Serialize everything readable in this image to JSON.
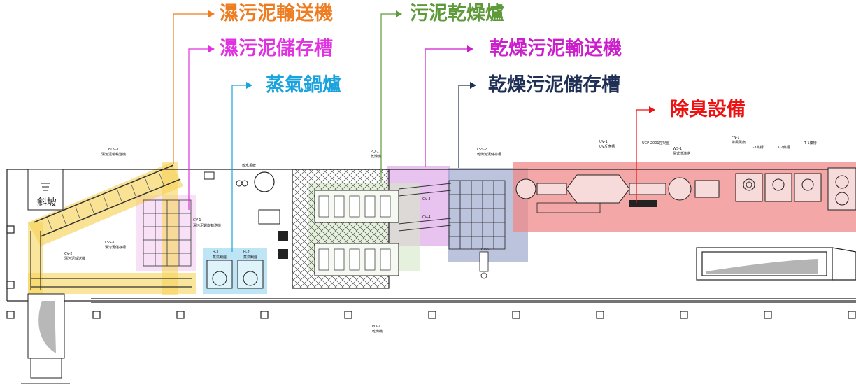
{
  "colors": {
    "wet_sludge_conveyor": "#ee7d22",
    "wet_sludge_storage": "#e032e0",
    "steam_boiler": "#1aa3dd",
    "sludge_dryer": "#5e9a3a",
    "dried_sludge_conveyor": "#cc1fcc",
    "dried_sludge_storage": "#1f2f55",
    "deodorizer": "#ee1111"
  },
  "callouts": {
    "wet_sludge_conveyor": "濕污泥輸送機",
    "wet_sludge_storage": "濕污泥儲存槽",
    "steam_boiler": "蒸氣鍋爐",
    "sludge_dryer": "污泥乾燥爐",
    "dried_sludge_conveyor": "乾燥污泥輸送機",
    "dried_sludge_storage": "乾燥污泥儲存槽",
    "deodorizer": "除臭設備"
  },
  "drawing": {
    "slope": "斜坡",
    "labels": {
      "bcv1": "BCV-1",
      "bcv1_desc": "濕污泥帶輸送機",
      "cv1": "CV-1",
      "cv1_desc": "濕污泥螺旋輸送機",
      "cv2": "CV-2",
      "cv2_desc": "濕污泥輸送機",
      "lss1": "LSS-1",
      "lss1_desc": "濕污泥儲存槽",
      "h1": "H-1",
      "h1_desc": "蒸氣鍋爐",
      "h2": "H-2",
      "h2_desc": "蒸氣鍋爐",
      "pd1": "PD-1",
      "pd1_desc": "乾燥機",
      "pd2": "PD-2",
      "pd2_desc": "乾燥機",
      "cv3": "CV-3",
      "cv4": "CV-4",
      "cv5": "CV-5",
      "lss2": "LSS-2",
      "lss2_desc": "乾燥污泥儲存槽",
      "uv1": "UV-1",
      "uv1_desc": "UV反應槽",
      "ws1": "WS-1",
      "ws1_desc": "濕式洗滌塔",
      "fn1": "FN-1",
      "fn1_desc": "排風風扇",
      "t3": "T-3藥槽",
      "t2": "T-2藥槽",
      "t1": "T-1藥槽",
      "ucp": "UCP-2001控制盤",
      "softener": "軟水系統"
    }
  }
}
